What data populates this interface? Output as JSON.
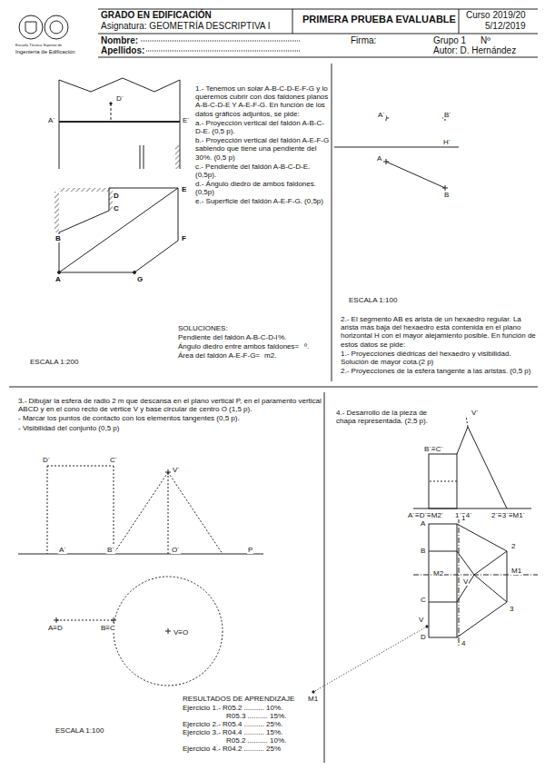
{
  "diagram": {
    "title": "PRIMERA PRUEBA EVALUABLE",
    "labels": [
      "GRADO EN EDIFICACIÓN",
      "Asignatura: GEOMETRÍA DESCRIPTIVA I",
      "Curso 2019/20",
      "5/12/2019",
      "Nombre:",
      "Apellidos:",
      "Firma:",
      "Grupo 1",
      "Nº",
      "Autor: D. Hernández",
      "Escuela Técnica Superior de",
      "Ingeniería de Edificación",
      "1.- Tenemos un solar A-B-C-D-E-F-G y lo queremos cubrir con dos faldones planos A-B-C-D-E Y A-E-F-G. En función de los datos gráficos adjuntos, se pide:",
      "a.- Proyección vertical del faldón A-B-C-D-E. (0,5 p).",
      "b.- Proyección vertical del faldón A-E-F-G sabiendo que tiene una pendiente del 30%. (0,5 p)",
      "c.- Pendiente del faldón A-B-C-D-E. (0,5p).",
      "d.- Ángulo diedro de ambos faldones. (0,5p)",
      "e.- Superficie del faldón A-E-F-G. (0,5p)",
      "D´",
      "A´",
      "E´",
      "D",
      "E",
      "C",
      "B",
      "F",
      "A",
      "G",
      "SOLUCIONES:",
      "Pendiente del faldón A-B-C-D-E=",
      "%.",
      "Ángulo diedro entre ambos faldones=",
      "º.",
      "Área del faldón A-E-F-G=",
      "m2.",
      "ESCALA 1:200",
      "A´",
      "B´",
      "H´",
      "A",
      "B",
      "ESCALA 1:100",
      "2.- El segmento AB es arista de un hexaedro regular. La arista más baja del hexaedro está contenida en el plano horizontal H con el mayor alejamiento posible. En función de estos datos se pide:",
      "1.- Proyecciones diédricas del hexaedro y visibilidad. Solución de mayor cota.(2 p)",
      "2.- Proyecciones de la esfera tangente a las aristas. (0,5 p)",
      "3.- Dibujar la esfera de radio 2 m que descansa en el plano vertical P, en el paramento vertical ABCD y en el cono recto de vértice V y base circular de centro O (1,5 p).",
      "- Marcar los puntos de contacto con los elementos tangentes (0,5 p).",
      "- Visibilidad del conjunto (0,5 p)",
      "D´",
      "C´",
      "V´",
      "A´",
      "B´",
      "O´",
      "P",
      "A≡D",
      "B≡C",
      "V≡O",
      "RESULTADOS DE APRENDIZAJE",
      "Ejercicio 1.- R05.2 .......... 10%.",
      "R05.3 .......... 15%.",
      "Ejercicio 2.- R05.4 .......... 25%.",
      "Ejercicio 3.- R04.4 .......... 15%.",
      "R05.2 .......... 10%.",
      "Ejercicio 4.- R04.2 .......... 25%",
      "ESCALA 1:100",
      "4.- Desarrollo de la pieza de chapa representada. (2,5 p).",
      "V´",
      "B´≡C´",
      "A´≡D´≡M2´",
      "1´≡4´",
      "2´≡3´≡M1´",
      "A",
      "1",
      "B",
      "2",
      "M2",
      "V",
      "M1",
      "C",
      "3",
      "D",
      "4",
      "V",
      "M1"
    ]
  }
}
